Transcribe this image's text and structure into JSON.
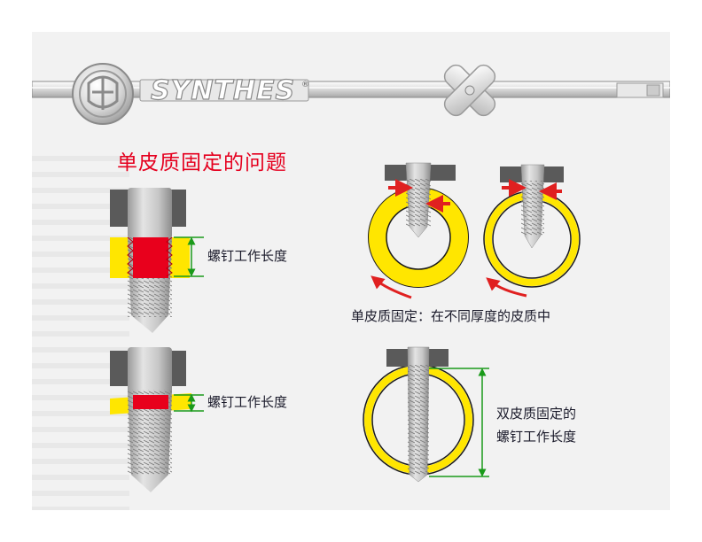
{
  "header": {
    "brand_name": "SYNTHES",
    "brand_registered": "®",
    "logo_icon": "synthes-shield-logo",
    "cross_icon": "synthes-cross-emblem"
  },
  "slide": {
    "title": "单皮质固定的问题"
  },
  "diagrams": {
    "screw_top_label": "螺钉工作长度",
    "screw_bottom_label": "螺钉工作长度",
    "unicortical_caption": "单皮质固定：在不同厚度的皮质中",
    "bicortical_caption_line1": "双皮质固定的",
    "bicortical_caption_line2": "螺钉工作长度"
  },
  "colors": {
    "title_red": "#e5001f",
    "bone_yellow": "#ffe600",
    "thread_red": "#e8001c",
    "measure_green": "#1a9a1a",
    "plate_gray": "#5a5a5a",
    "screw_gray": "#bdbdbd",
    "arrow_red": "#e02020"
  }
}
